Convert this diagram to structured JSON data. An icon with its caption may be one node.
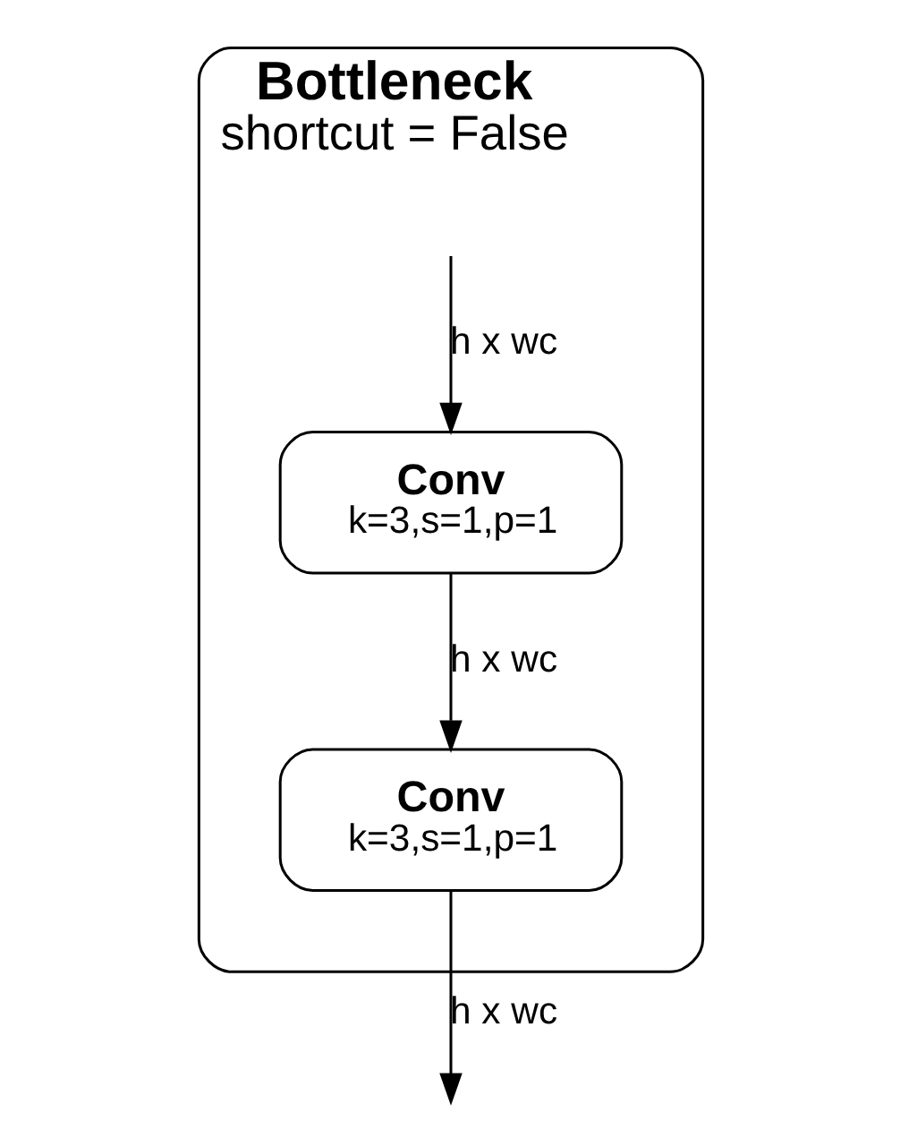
{
  "diagram": {
    "nodes": [
      {
        "text": [
          "Bottleneck",
          "shortcut = False"
        ]
      },
      {
        "text": [
          "Conv",
          "k=3,s=1,p=1"
        ],
        "in": 0
      },
      {
        "text": [
          "Conv",
          "k=3,s=1,p=1"
        ],
        "in": 0
      }
    ],
    "edges": [
      {
        "from": null,
        "to": 1,
        "arrow": "to",
        "label": "h x wc"
      },
      {
        "from": 1,
        "to": 2,
        "arrow": "to",
        "label": "h x wc"
      },
      {
        "from": 2,
        "to": null,
        "arrow": "to",
        "label": "h x wc"
      }
    ]
  }
}
